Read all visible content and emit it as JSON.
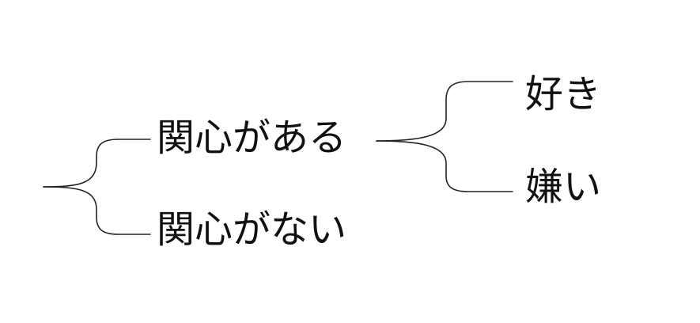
{
  "tree": {
    "branches": [
      {
        "label": "関心がある",
        "children": [
          {
            "label": "好き"
          },
          {
            "label": "嫌い"
          }
        ]
      },
      {
        "label": "関心がない"
      }
    ]
  },
  "colors": {
    "line": "#222222",
    "text": "#111111",
    "background": "#ffffff"
  }
}
